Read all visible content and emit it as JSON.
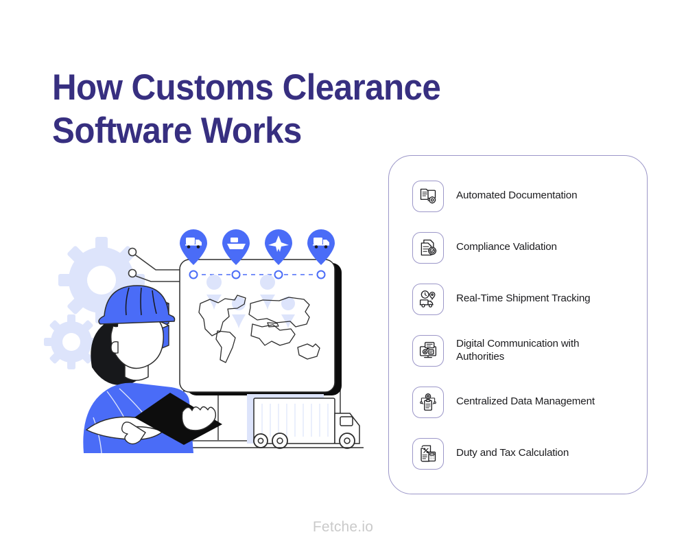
{
  "page": {
    "background_color": "#ffffff",
    "title_color": "#372f80",
    "accent_blue": "#4a6cf7",
    "card_border_color": "#9b96c8",
    "label_color": "#1b1b1e",
    "footer_color": "#cacaca",
    "gear_color": "#dde4fb",
    "line_color": "#2b2b2b"
  },
  "header": {
    "title": "How Customs Clearance\nSoftware Works"
  },
  "feature_card": {
    "items": [
      {
        "label": "Automated Documentation",
        "icon": "document-monitor-gear-icon",
        "wide": false
      },
      {
        "label": "Compliance Validation",
        "icon": "document-check-gear-icon",
        "wide": false
      },
      {
        "label": "Real-Time Shipment Tracking",
        "icon": "truck-clock-pin-icon",
        "wide": false
      },
      {
        "label": "Digital Communication with Authorities",
        "icon": "monitor-chat-icon",
        "wide": true
      },
      {
        "label": "Centralized Data Management",
        "icon": "clipboard-network-gear-icon",
        "wide": false
      },
      {
        "label": "Duty and Tax Calculation",
        "icon": "receipt-calculator-icon",
        "wide": false
      }
    ]
  },
  "illustration": {
    "name": "logistics-worker-with-tablet-and-world-map-dashboard",
    "map_pins": [
      {
        "mode": "truck"
      },
      {
        "mode": "ship"
      },
      {
        "mode": "plane"
      },
      {
        "mode": "truck"
      }
    ],
    "timeline_nodes": 4,
    "map_location_pins": 4,
    "elements": [
      "background-gears",
      "circuit-lines",
      "stacked-boxes",
      "worker-with-hardhat",
      "tablet",
      "world-map-screen",
      "warehouse",
      "delivery-truck"
    ]
  },
  "footer": {
    "brand": "Fetche.io"
  }
}
